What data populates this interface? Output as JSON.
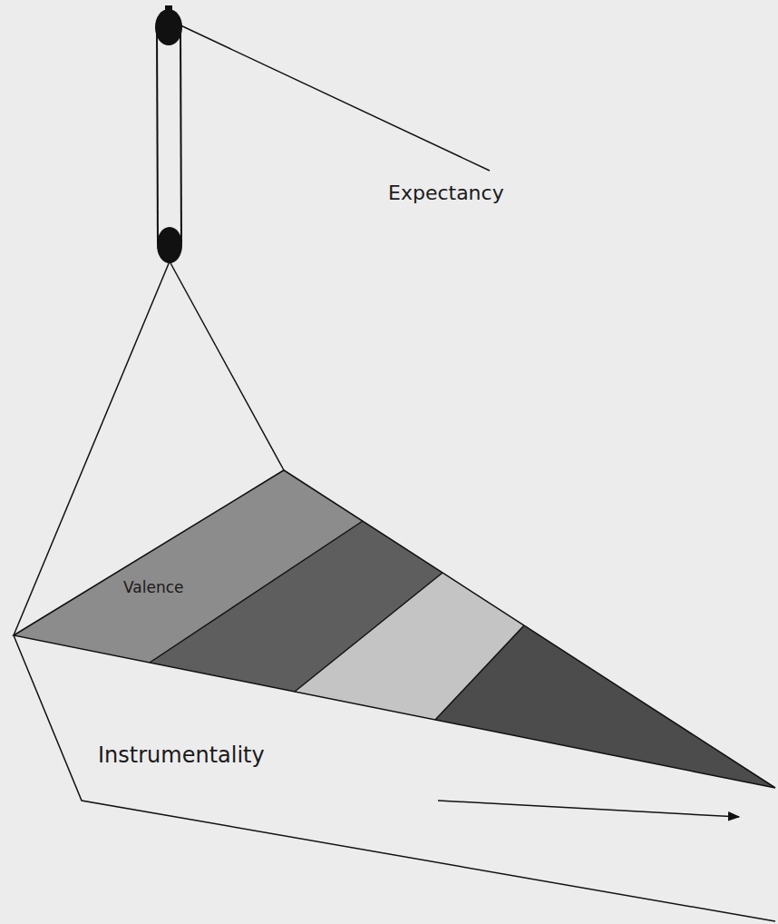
{
  "diagram": {
    "labels": [
      "Expectancy",
      "Valence",
      "Instrumentality"
    ]
  }
}
